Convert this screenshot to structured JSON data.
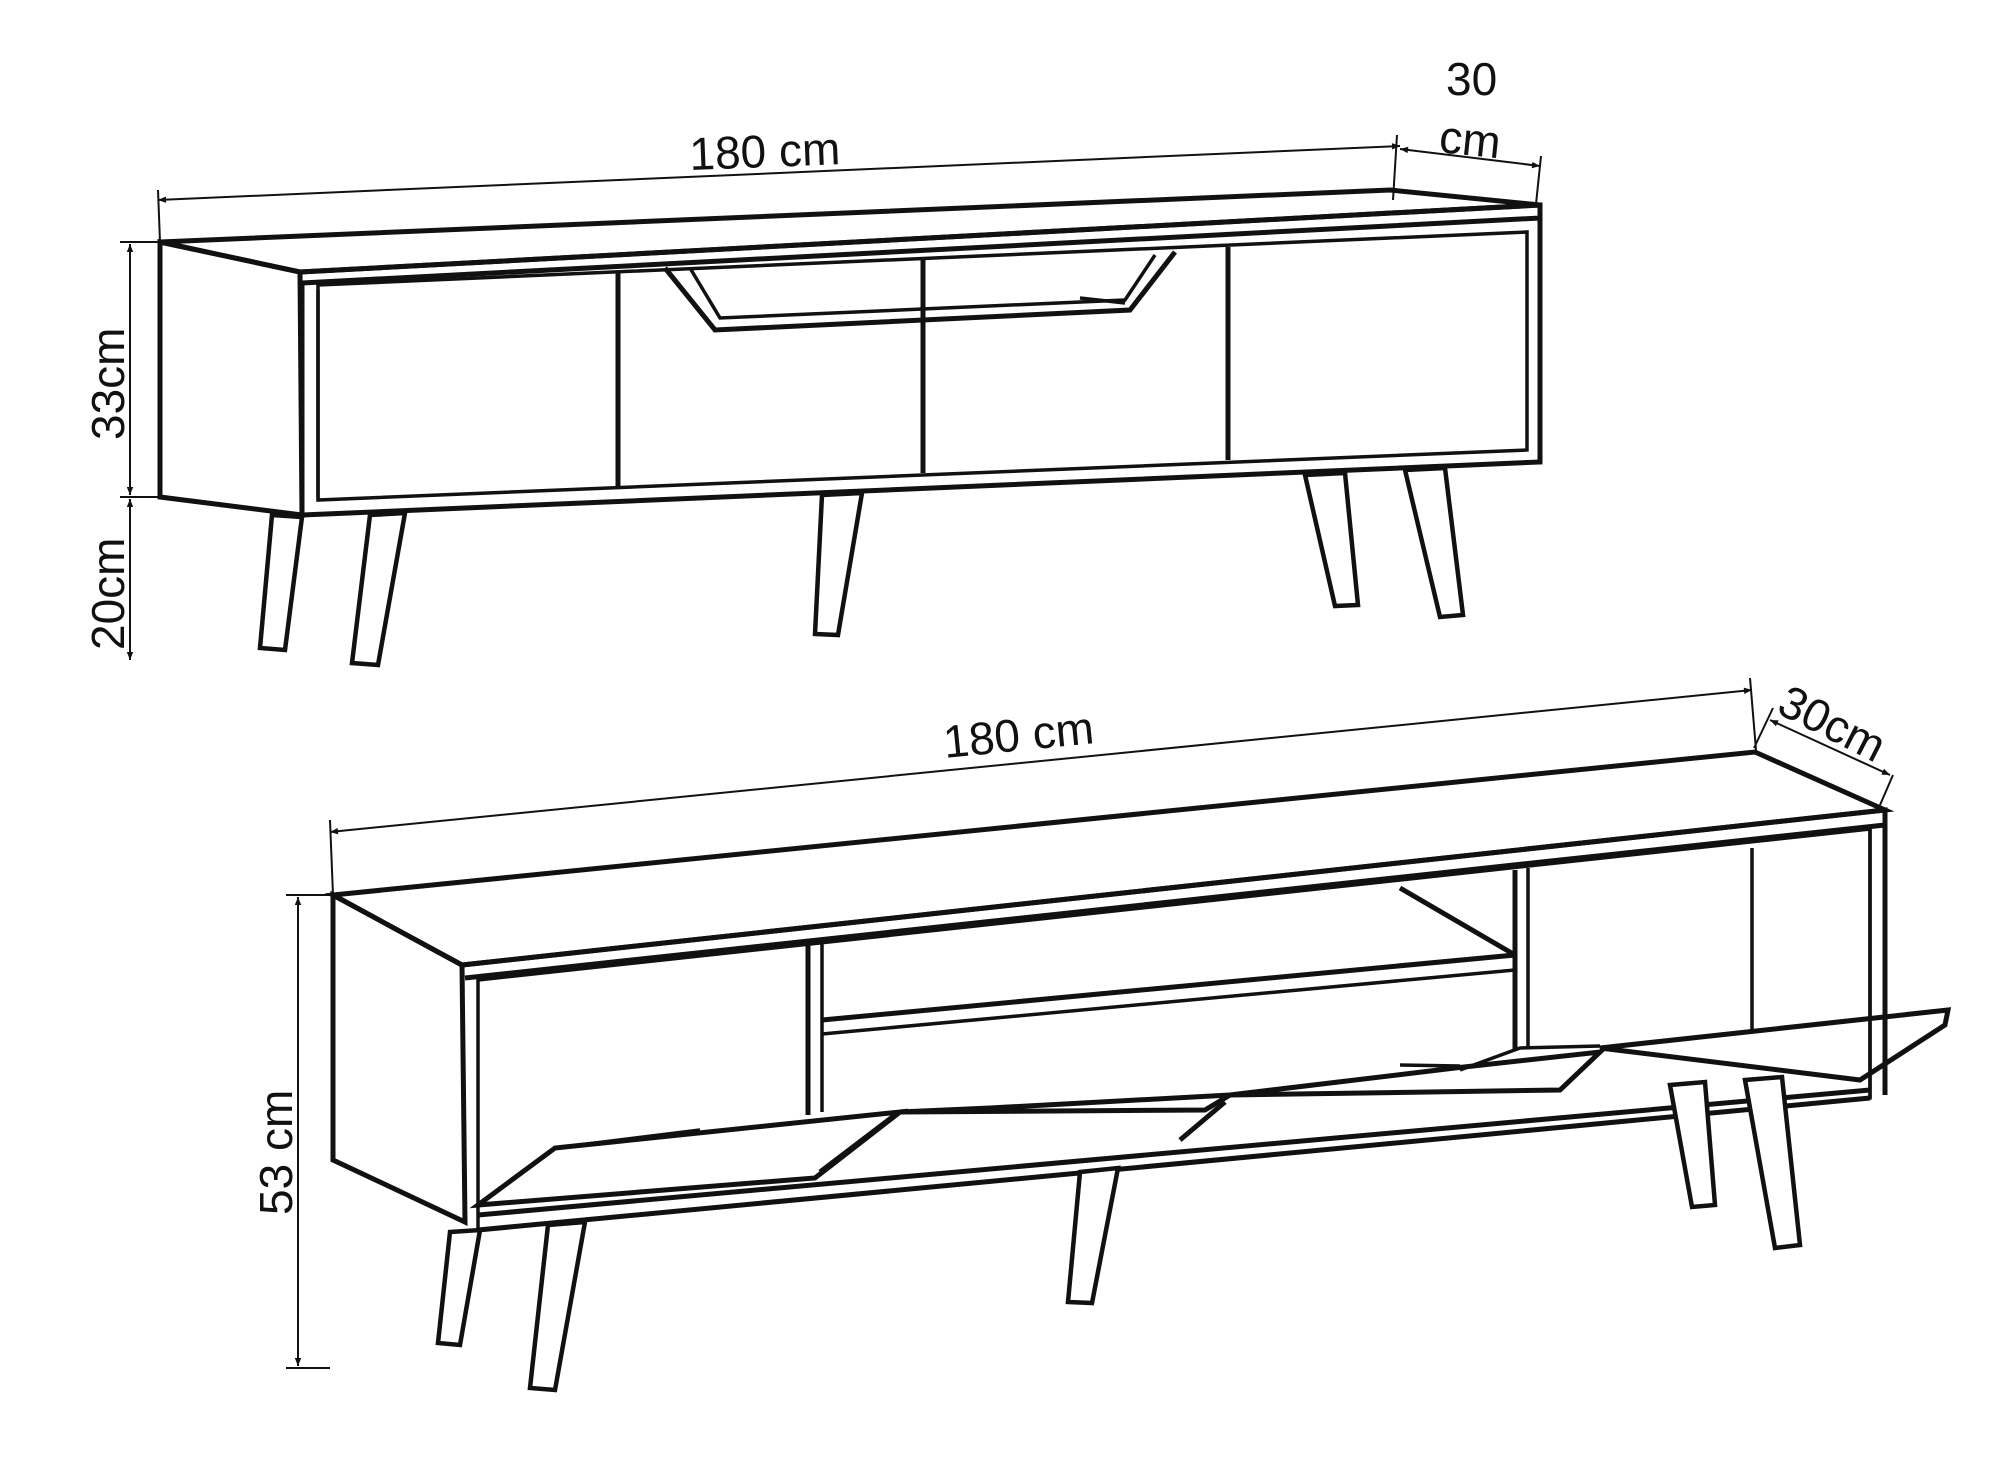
{
  "diagram": {
    "title": "TV stand dimension drawing",
    "colors": {
      "line": "#111111",
      "background": "#ffffff"
    },
    "views": [
      {
        "id": "closed-view",
        "description": "TV stand with all doors closed",
        "labels": {
          "width": "180 cm",
          "depth_line1": "30",
          "depth_line2": "cm",
          "body_height": "33cm",
          "leg_height": "20cm"
        }
      },
      {
        "id": "open-view",
        "description": "TV stand with drop-down doors open",
        "labels": {
          "width": "180 cm",
          "depth": "30cm",
          "total_height": "53 cm"
        }
      }
    ]
  }
}
